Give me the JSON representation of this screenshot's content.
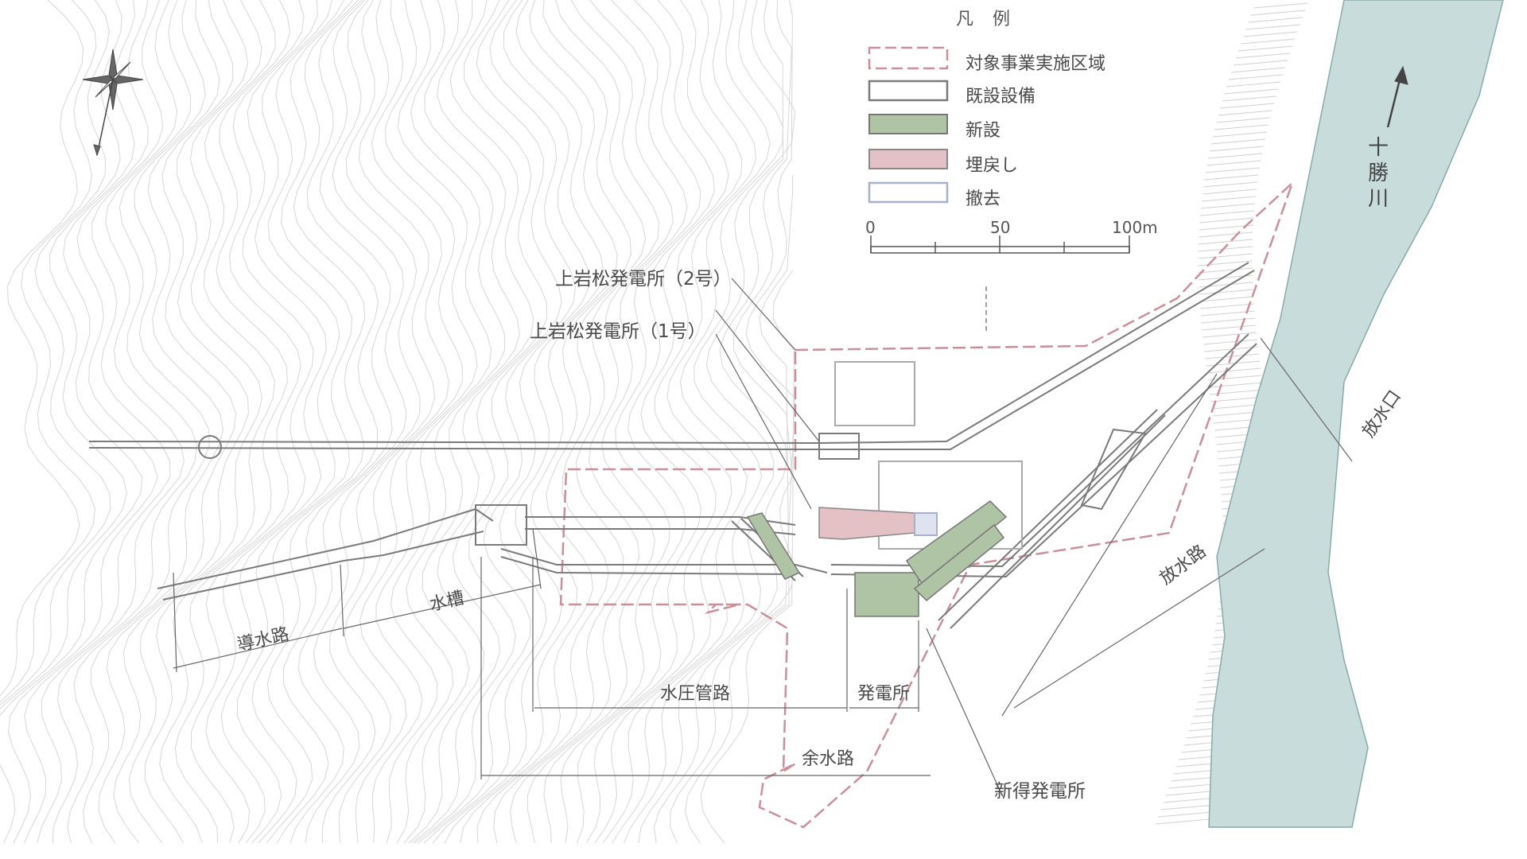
{
  "legend": {
    "title": "凡例",
    "items": [
      {
        "label": "対象事業実施区域",
        "style": "dashed-pink"
      },
      {
        "label": "既設設備",
        "style": "gray-outline"
      },
      {
        "label": "新設",
        "style": "green-fill"
      },
      {
        "label": "埋戻し",
        "style": "pink-fill"
      },
      {
        "label": "撤去",
        "style": "blue-outline"
      }
    ],
    "scale": {
      "start": "0",
      "mid": "50",
      "end": "100m"
    }
  },
  "labels": {
    "plant2": "上岩松発電所（2号）",
    "plant1": "上岩松発電所（1号）",
    "headrace": "導水路",
    "tank": "水槽",
    "penstock": "水圧管路",
    "powerhouse": "発電所",
    "spillway": "余水路",
    "new_plant": "新得発電所",
    "tailrace": "放水路",
    "outlet": "放水口",
    "river": "十勝川"
  },
  "colors": {
    "river": "#c9dcdc",
    "boundary": "#c8909a",
    "existing": "#7a7a7a",
    "new": "#aec4a4",
    "backfill": "#e3c1c4",
    "removal": "#a8b0cc",
    "contour": "#d4d4d4"
  },
  "icons": {
    "north": "compass-rose-icon",
    "flow": "flow-arrow-icon"
  }
}
